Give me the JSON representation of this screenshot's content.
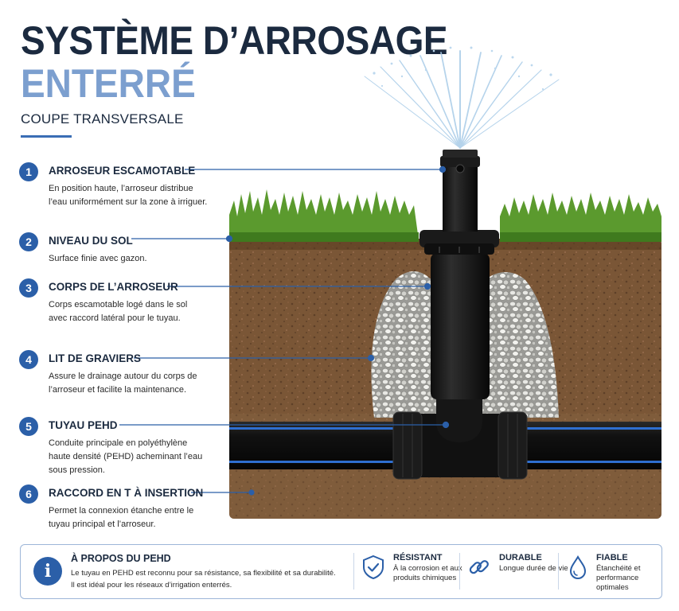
{
  "title": {
    "line1": "SYSTÈME D’ARROSAGE",
    "line2": "ENTERRÉ",
    "subtitle": "COUPE TRANSVERSALE"
  },
  "items": [
    {
      "number": "1",
      "title": "ARROSEUR ESCAMOTABLE",
      "description": "En position haute, l’arroseur distribue l’eau uniformément sur la zone à irriguer."
    },
    {
      "number": "2",
      "title": "NIVEAU DU SOL",
      "description": "Surface finie avec gazon."
    },
    {
      "number": "3",
      "title": "CORPS DE L’ARROSEUR",
      "description": "Corps escamotable logé dans le sol avec raccord latéral pour le tuyau."
    },
    {
      "number": "4",
      "title": "LIT DE GRAVIERS",
      "description": "Assure le drainage autour du corps de l’arroseur et facilite la maintenance."
    },
    {
      "number": "5",
      "title": "TUYAU PEHD",
      "description": "Conduite principale en polyéthylène haute densité (PEHD) acheminant l’eau sous pression."
    },
    {
      "number": "6",
      "title": "RACCORD EN T À INSERTION",
      "description": "Permet la connexion étanche entre le tuyau principal et l’arroseur."
    }
  ],
  "info": {
    "icon": "info-icon",
    "about_title": "À PROPOS DU PEHD",
    "about_text": "Le tuyau en PEHD est reconnu pour sa résistance, sa flexibilité et sa durabilité. Il est idéal pour les réseaux d’irrigation enterrés.",
    "features": [
      {
        "icon": "shield-check-icon",
        "title": "RÉSISTANT",
        "text": "À la corrosion et aux produits chimiques"
      },
      {
        "icon": "chain-link-icon",
        "title": "DURABLE",
        "text": "Longue durée de vie"
      },
      {
        "icon": "water-drop-icon",
        "title": "FIABLE",
        "text": "Étanchéité et performance optimales"
      }
    ]
  },
  "colors": {
    "navy": "#1b2a3f",
    "accent_blue": "#2b5fa8",
    "light_blue": "#7c9fcf",
    "soil": "#7a5636",
    "grass": "#5b9a2e",
    "pipe": "#141414",
    "pipe_stripe": "#2f6fd0"
  }
}
